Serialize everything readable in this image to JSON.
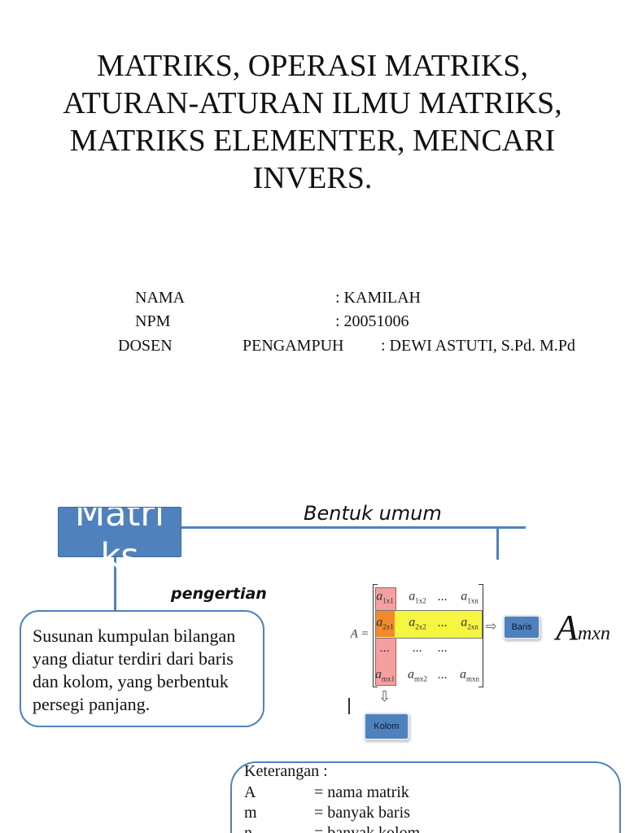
{
  "title": [
    "MATRIKS, OPERASI MATRIKS,",
    "ATURAN-ATURAN ILMU MATRIKS,",
    "MATRIKS ELEMENTER, MENCARI",
    "INVERS."
  ],
  "info": {
    "nama_label": "NAMA",
    "nama_value": ": KAMILAH",
    "npm_label": "NPM",
    "npm_value": ": 20051006",
    "dosen_label": "DOSEN",
    "dosen_label2": "PENGAMPUH",
    "dosen_value": ": DEWI ASTUTI, S.Pd. M.Pd"
  },
  "diagram": {
    "root_label": "Matri ks",
    "bentuk_label": "Bentuk umum",
    "pengertian_label": "pengertian",
    "definition": "Susunan kumpulan bilangan yang diatur terdiri dari baris dan kolom, yang berbentuk persegi panjang.",
    "colors": {
      "accent": "#4f81bd",
      "column_highlight": "#f4a0a0",
      "row_highlight": "#f5f542",
      "overlap": "#f08a2a"
    }
  },
  "matrix": {
    "lhs": "A =",
    "cells": [
      [
        "a",
        "1x1",
        "a",
        "1x2",
        "...",
        "",
        "a",
        "1xn"
      ],
      [
        "a",
        "2x1",
        "a",
        "2x2",
        "...",
        "",
        "a",
        "2xn"
      ],
      [
        "...",
        "",
        "...",
        "",
        "...",
        "",
        "",
        ""
      ],
      [
        "a",
        "mx1",
        "a",
        "mx2",
        "...",
        "",
        "a",
        "mxn"
      ]
    ],
    "baris_label": "Baris",
    "kolom_label": "Kolom",
    "notation_main": "A",
    "notation_sub": "mxn"
  },
  "keterangan": {
    "heading": "Keterangan :",
    "rows": [
      {
        "sym": "A",
        "desc": "= nama matrik"
      },
      {
        "sym": "m",
        "desc": "= banyak baris"
      },
      {
        "sym": "n",
        "desc": "= banyak kolom"
      }
    ]
  }
}
